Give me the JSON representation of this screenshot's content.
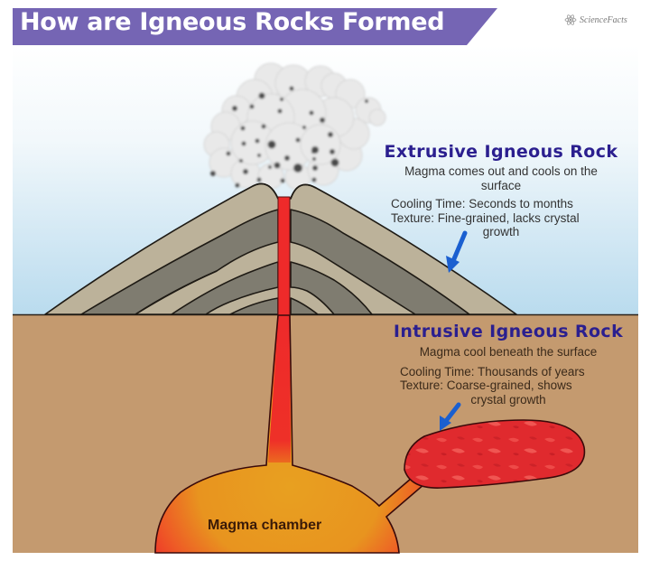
{
  "title": "How are Igneous Rocks Formed",
  "logo": {
    "text": "ScienceFacts",
    "icon": "atom-logo-icon"
  },
  "colors": {
    "banner": "#7565b4",
    "sky_top": "#ffffff",
    "sky_bottom": "#bcdcee",
    "ground": "#c49a6f",
    "volcano_light": "#bdb39c",
    "volcano_dark": "#7f7c70",
    "magma_red": "#ee2a2a",
    "magma_orange": "#e39a22",
    "heading_blue": "#2b1f8f",
    "arrow_blue": "#1a5fd0"
  },
  "extrusive": {
    "heading": "Extrusive Igneous Rock",
    "lines": [
      "Magma comes out and cools on the",
      "surface",
      "Cooling Time: Seconds to months",
      "Texture: Fine-grained, lacks crystal",
      "growth"
    ]
  },
  "intrusive": {
    "heading": "Intrusive Igneous Rock",
    "lines": [
      "Magma cool beneath the surface",
      "Cooling Time: Thousands of years",
      "Texture: Coarse-grained, shows",
      "crystal growth"
    ]
  },
  "magma_chamber_label": "Magma chamber"
}
